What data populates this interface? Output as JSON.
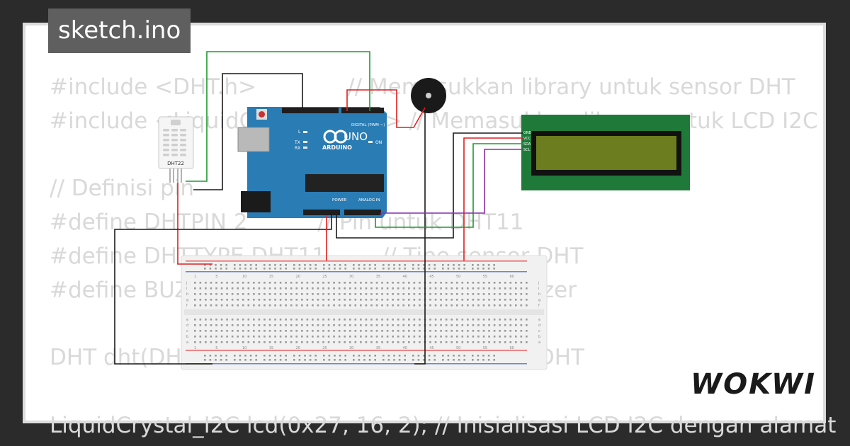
{
  "project": {
    "title": "sketch.ino",
    "brand": "WOKWI"
  },
  "code_lines": [
    "#include <DHT.h>             // Memasukkan library untuk sensor DHT",
    "#include <LiquidCrystal_I2C.h> // Memasukkan library untuk LCD I2C",
    "",
    "// Definisi pin",
    "#define DHTPIN 2          // Pin untuk DHT11",
    "#define DHTTYPE DHT11        // Tipe sensor DHT",
    "#define BUZZER_PIN 8          // Pin untuk buzzer",
    "",
    "DHT dht(DHTPIN, DHTTYPE);     // Inisialisasi DHT",
    "",
    "LiquidCrystal_I2C lcd(0x27, 16, 2); // Inisialisasi LCD I2C dengan alamat"
  ],
  "components": {
    "dht": {
      "label": "DHT22"
    },
    "arduino": {
      "model": "UNO",
      "brand": "ARDUINO",
      "digital_label": "DIGITAL (PWM ~)",
      "power_label": "POWER",
      "analog_label": "ANALOG IN",
      "on_label": "ON",
      "tx_label": "TX",
      "rx_label": "RX",
      "l_label": "L"
    },
    "lcd": {
      "pins": [
        "GND",
        "VCC",
        "SDA",
        "SCL"
      ]
    },
    "breadboard": {
      "column_numbers": [
        "1",
        "5",
        "10",
        "15",
        "20",
        "25",
        "30",
        "35",
        "40",
        "45",
        "50",
        "55",
        "60"
      ],
      "row_letters_top": [
        "j",
        "i",
        "h",
        "g",
        "f"
      ],
      "row_letters_bottom": [
        "e",
        "d",
        "c",
        "b",
        "a"
      ]
    }
  },
  "colors": {
    "background": "#2b2b2b",
    "code_text": "#d9d9d9",
    "arduino_board": "#2a7cb4",
    "lcd_pcb": "#1f7a3a",
    "lcd_screen": "#6b7d1e",
    "wire_red": "#e01f1f",
    "wire_green": "#1e9a2e",
    "wire_black": "#1a1a1a",
    "wire_purple": "#8a2ea6"
  }
}
